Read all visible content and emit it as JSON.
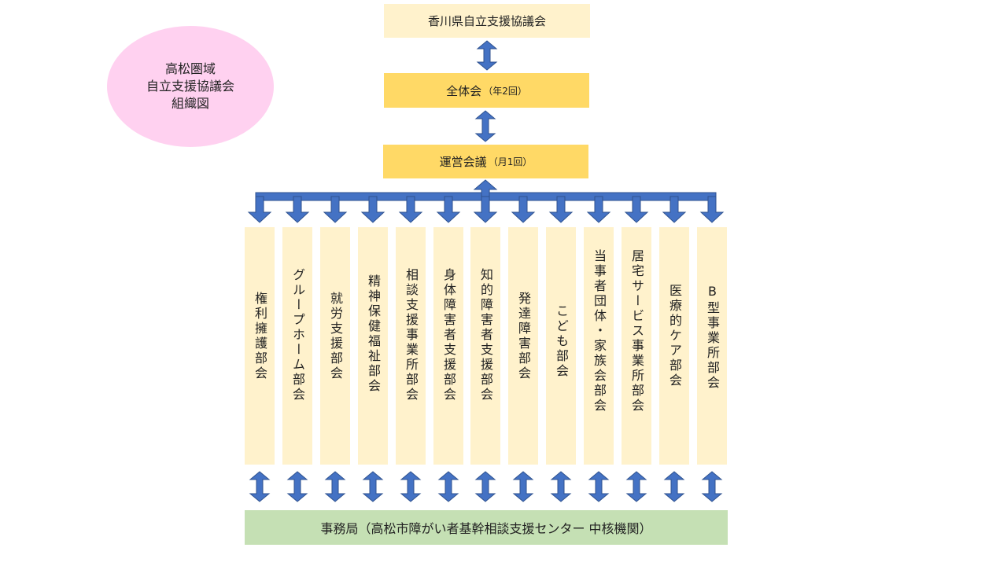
{
  "colors": {
    "pale_box": "#fff2cc",
    "gold_box": "#ffd966",
    "green_box": "#c5e0b4",
    "oval": "#ffd1f0",
    "arrow": "#4472c4",
    "arrow_stroke": "#2f528f"
  },
  "title": {
    "lines": [
      "高松圏域",
      "自立支援協議会",
      "組織図"
    ]
  },
  "top": {
    "label": "香川県自立支援協議会"
  },
  "general": {
    "label": "全体会",
    "note": "（年2回）"
  },
  "operating": {
    "label": "運営会議",
    "note": "（月1回）"
  },
  "departments": [
    {
      "label": "権利擁護部会"
    },
    {
      "label": "グループホーム部会"
    },
    {
      "label": "就労支援部会"
    },
    {
      "label": "精神保健福祉部会"
    },
    {
      "label": "相談支援事業所部会"
    },
    {
      "label": "身体障害者支援部会"
    },
    {
      "label": "知的障害者支援部会"
    },
    {
      "label": "発達障害部会"
    },
    {
      "label": "こども部会"
    },
    {
      "label": "当事者団体・家族会部会"
    },
    {
      "label": "居宅サービス事業所部会"
    },
    {
      "label": "医療的ケア部会"
    },
    {
      "label": "B型事業所部会"
    }
  ],
  "office": {
    "label": "事務局（高松市障がい者基幹相談支援センター 中核機関）"
  },
  "icons": {
    "connector": "double-headed-arrow",
    "branch": "down-arrow"
  }
}
